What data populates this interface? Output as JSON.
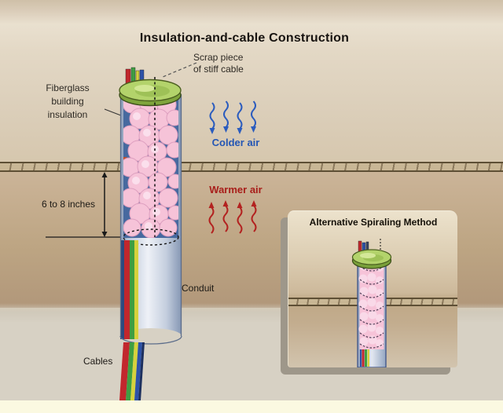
{
  "title": "Insulation-and-cable Construction",
  "labels": {
    "scrap": "Scrap piece\nof stiff cable",
    "fiberglass": "Fiberglass\nbuilding\ninsulation",
    "colder_air": "Colder air",
    "warmer_air": "Warmer air",
    "depth": "6 to 8 inches",
    "conduit": "Conduit",
    "cables": "Cables"
  },
  "inset": {
    "title": "Alternative Spiraling Method"
  },
  "colors": {
    "colder_air_blue": "#2456b4",
    "warmer_air_red": "#a81e1a",
    "cap_green": "#b3d36b",
    "insulation_pink": "#f6c3d8",
    "conduit_interior_blue": "#47699f",
    "background_tan": "#d9cbb6",
    "cable_red": "#c1272d",
    "cable_green": "#3f9e42",
    "cable_yellow": "#d6d13d",
    "cable_blue": "#2d52a8"
  }
}
